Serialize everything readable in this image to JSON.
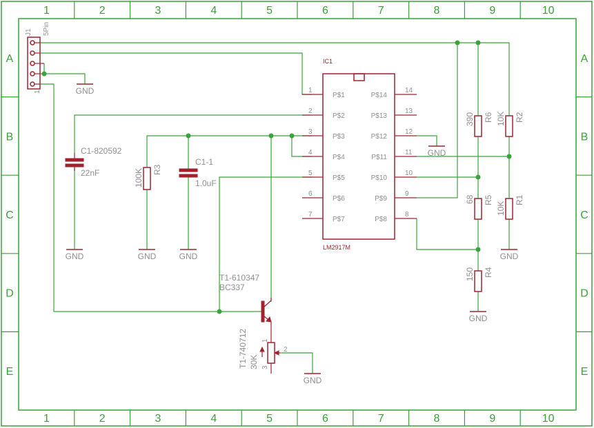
{
  "frame": {
    "columns": [
      "1",
      "2",
      "3",
      "4",
      "5",
      "6",
      "7",
      "8",
      "9",
      "10"
    ],
    "rows": [
      "A",
      "B",
      "C",
      "D",
      "E"
    ]
  },
  "connector": {
    "name": "J1",
    "value": "5Pin",
    "pin1": "1"
  },
  "ic": {
    "name": "IC1",
    "value": "LM2917M",
    "left_pins": [
      {
        "num": "1",
        "label": "P$1"
      },
      {
        "num": "2",
        "label": "P$2"
      },
      {
        "num": "3",
        "label": "P$3"
      },
      {
        "num": "4",
        "label": "P$4"
      },
      {
        "num": "5",
        "label": "P$5"
      },
      {
        "num": "6",
        "label": "P$6"
      },
      {
        "num": "7",
        "label": "P$7"
      }
    ],
    "right_pins": [
      {
        "num": "14",
        "label": "P$14"
      },
      {
        "num": "13",
        "label": "P$13"
      },
      {
        "num": "12",
        "label": "P$12"
      },
      {
        "num": "11",
        "label": "P$11"
      },
      {
        "num": "10",
        "label": "P$10"
      },
      {
        "num": "9",
        "label": "P$9"
      },
      {
        "num": "8",
        "label": "P$8"
      }
    ]
  },
  "capacitors": {
    "c1": {
      "name": "C1-820592",
      "value": "22nF"
    },
    "c2": {
      "name": "C1-1",
      "value": "1.0uF"
    }
  },
  "resistors": {
    "r1": {
      "name": "R1",
      "value": "10K"
    },
    "r2": {
      "name": "R2",
      "value": "10K"
    },
    "r3": {
      "name": "R3",
      "value": "100K"
    },
    "r4": {
      "name": "R4",
      "value": "150"
    },
    "r5": {
      "name": "R5",
      "value": "68"
    },
    "r6": {
      "name": "R6",
      "value": "390"
    }
  },
  "transistor": {
    "name": "T1-610347",
    "value": "BC337"
  },
  "potentiometer": {
    "name": "T1-740712",
    "value": "30K",
    "pin1": "1",
    "pin2": "2",
    "pin3": "3"
  },
  "gnd_label": "GND"
}
